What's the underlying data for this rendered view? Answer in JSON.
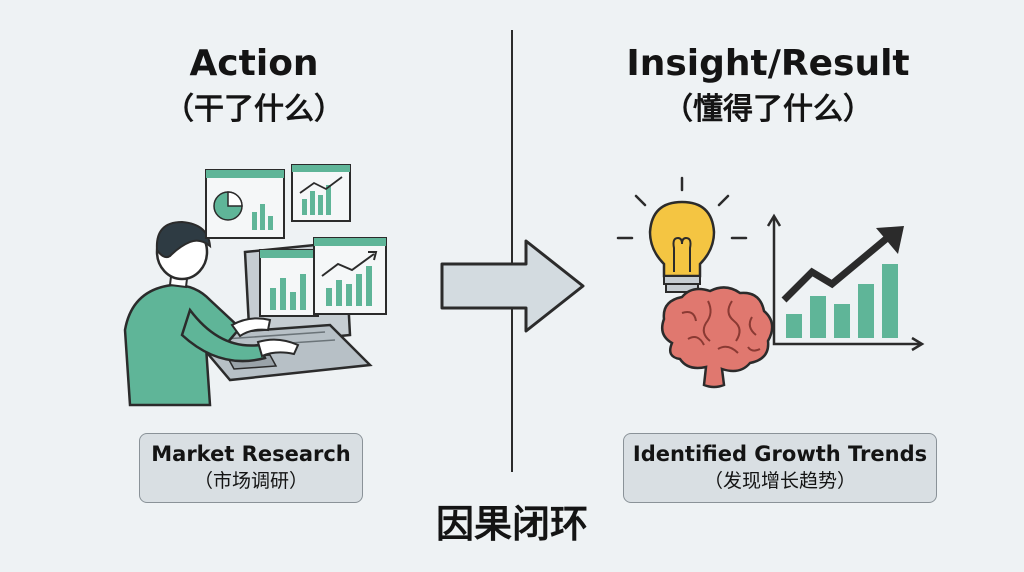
{
  "left": {
    "title": "Action",
    "subtitle": "（干了什么）",
    "label_main": "Market Research",
    "label_sub": "（市场调研）"
  },
  "right": {
    "title": "Insight/Result",
    "subtitle": "（懂得了什么）",
    "label_main": "Identified Growth Trends",
    "label_sub": "（发现增长趋势）"
  },
  "footer": "因果闭环",
  "colors": {
    "background": "#eef2f4",
    "accent_green": "#5fb598",
    "arrow_fill": "#d3dbe0",
    "bulb_yellow": "#f4c542",
    "brain_pink": "#e0786f",
    "outline": "#2b2b2b"
  },
  "icons": [
    "person-at-laptop-icon",
    "chart-panel-icon",
    "right-arrow-icon",
    "lightbulb-icon",
    "brain-icon",
    "growth-chart-icon"
  ]
}
